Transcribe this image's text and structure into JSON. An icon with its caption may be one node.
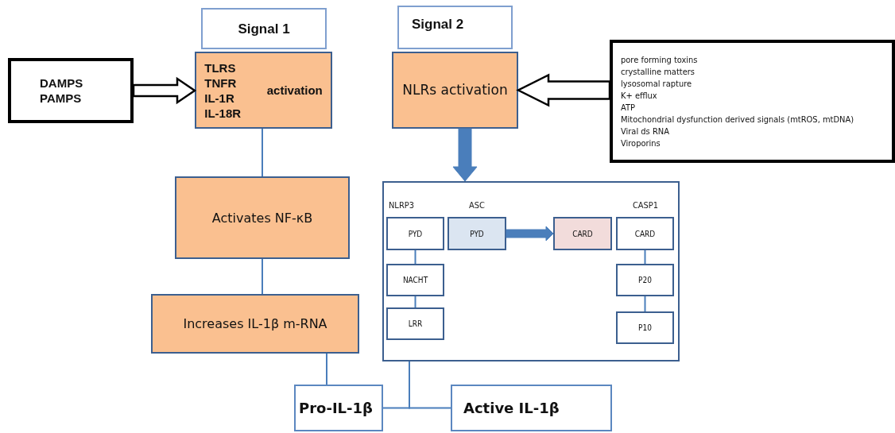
{
  "diagram": {
    "nodes": [
      {
        "text": [
          "Signal 1"
        ]
      },
      {
        "text": [
          "DAMPS PAMPS"
        ]
      },
      {
        "text": [
          "TLRS TNFR IL-1R IL-18R",
          "activation"
        ]
      },
      {
        "text": [
          "Signal 2"
        ]
      },
      {
        "text": [
          "NLRs activation"
        ]
      },
      {
        "text": [
          "pore forming toxins",
          "crystalline matters",
          "lysosomal rapture",
          "K+ efflux",
          "ATP",
          "Mitochondrial dysfunction derived signals (mtROS, mtDNA)",
          "Viral ds RNA",
          "Viroporins"
        ]
      },
      {
        "text": [
          "Activates NF-κB"
        ]
      },
      {
        "text": [
          "Increases IL-1β m-RNA"
        ]
      },
      {
        "text": [],
        "shape": "box"
      },
      {
        "text": [
          "PYD"
        ],
        "in": 8
      },
      {
        "text": [
          "NACHT"
        ],
        "in": 8
      },
      {
        "text": [
          "LRR"
        ],
        "in": 8
      },
      {
        "text": [
          "PYD"
        ],
        "in": 8
      },
      {
        "text": [
          "CARD"
        ],
        "in": 8
      },
      {
        "text": [
          "CARD"
        ],
        "in": 8
      },
      {
        "text": [
          "P20"
        ],
        "in": 8
      },
      {
        "text": [
          "P10"
        ],
        "in": 8
      },
      {
        "text": [
          "Pro-IL-1β"
        ]
      },
      {
        "text": [
          "Active IL-1β"
        ]
      }
    ],
    "edges": [
      {
        "from": 1,
        "to": 2,
        "arrow": "to",
        "style": "thick",
        "color": "#000000"
      },
      {
        "from": 5,
        "to": 4,
        "arrow": "to",
        "style": "thick",
        "color": "#000000"
      },
      {
        "from": 4,
        "to": 8,
        "arrow": "to",
        "style": "thick"
      },
      {
        "from": 12,
        "to": 13,
        "arrow": "to",
        "style": "thick"
      },
      {
        "from": 2,
        "to": 6,
        "arrow": "none"
      },
      {
        "from": 6,
        "to": 7,
        "arrow": "none"
      },
      {
        "from": 7,
        "to": 17,
        "arrow": "none"
      },
      {
        "from": 8,
        "to": 17,
        "arrow": "none"
      },
      {
        "from": 8,
        "to": 18,
        "arrow": "none"
      },
      {
        "from": 9,
        "to": 10,
        "arrow": "none"
      },
      {
        "from": 10,
        "to": 11,
        "arrow": "none"
      },
      {
        "from": 14,
        "to": 15,
        "arrow": "none"
      },
      {
        "from": 15,
        "to": 16,
        "arrow": "none"
      }
    ],
    "labels": [
      "NLRP3",
      "ASC",
      "CASP1"
    ]
  }
}
